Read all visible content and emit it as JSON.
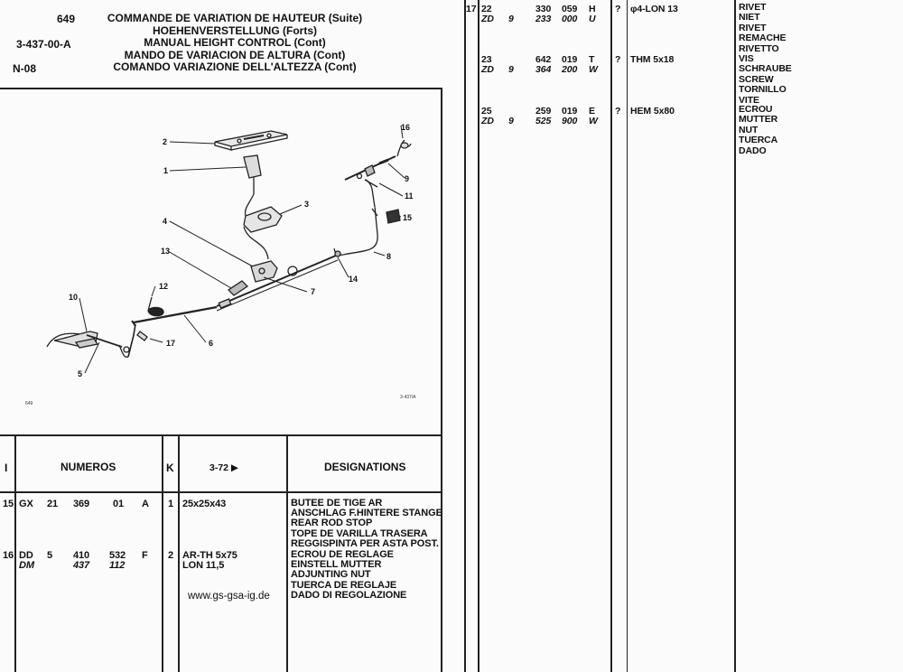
{
  "header": {
    "page_number": "649",
    "ref_code": "3-437-00-A",
    "section_code": "N-08",
    "titles": [
      "COMMANDE DE VARIATION DE HAUTEUR (Suite)",
      "HOEHENVERSTELLUNG (Forts)",
      "MANUAL HEIGHT CONTROL (Cont)",
      "MANDO DE VARIACION DE ALTURA (Cont)",
      "COMANDO VARIAZIONE DELL'ALTEZZA (Cont)"
    ]
  },
  "diagram": {
    "callouts": [
      "1",
      "2",
      "3",
      "4",
      "5",
      "6",
      "7",
      "8",
      "9",
      "10",
      "11",
      "12",
      "13",
      "14",
      "15",
      "16",
      "17"
    ],
    "corner_left": "649",
    "corner_right": "3-437/A"
  },
  "table_header": {
    "col_i": "I",
    "col_numeros": "NUMEROS",
    "col_k": "K",
    "col_date": "3-72 ▶",
    "col_designations": "DESIGNATIONS"
  },
  "rows_left": [
    {
      "i": "15",
      "line1": {
        "prefix": "GX",
        "a": "21",
        "b": "369",
        "c": "01",
        "d": "A"
      },
      "line2": null,
      "k": "1",
      "spec": [
        "25x25x43"
      ],
      "designations": [
        "BUTEE DE TIGE AR",
        "ANSCHLAG F.HINTERE STANGE",
        "REAR ROD STOP",
        "TOPE DE VARILLA TRASERA",
        "REGGISPINTA PER ASTA POST."
      ]
    },
    {
      "i": "16",
      "line1": {
        "prefix": "DD",
        "a": "5",
        "b": "410",
        "c": "532",
        "d": "F"
      },
      "line2": {
        "prefix": "DM",
        "a": "",
        "b": "437",
        "c": "112",
        "d": ""
      },
      "k": "2",
      "spec": [
        "AR-TH 5x75",
        "LON 11,5"
      ],
      "designations": [
        "ECROU DE REGLAGE",
        "EINSTELL MUTTER",
        "ADJUNTING NUT",
        "TUERCA DE REGLAJE",
        "DADO DI REGOLAZIONE"
      ]
    }
  ],
  "rows_right": [
    {
      "i": "17",
      "line1": {
        "a": "22",
        "b": "330",
        "c": "059",
        "d": "H"
      },
      "line2": {
        "a": "ZD",
        "x": "9",
        "b": "233",
        "c": "000",
        "d": "U"
      },
      "k": "?",
      "spec": "φ4-LON 13",
      "designations": [
        "RIVET",
        "NIET",
        "RIVET",
        "REMACHE",
        "RIVETTO"
      ]
    },
    {
      "i": "",
      "line1": {
        "a": "23",
        "b": "642",
        "c": "019",
        "d": "T"
      },
      "line2": {
        "a": "ZD",
        "x": "9",
        "b": "364",
        "c": "200",
        "d": "W"
      },
      "k": "?",
      "spec": "THM 5x18",
      "designations": [
        "VIS",
        "SCHRAUBE",
        "SCREW",
        "TORNILLO",
        "VITE"
      ]
    },
    {
      "i": "",
      "line1": {
        "a": "25",
        "b": "259",
        "c": "019",
        "d": "E"
      },
      "line2": {
        "a": "ZD",
        "x": "9",
        "b": "525",
        "c": "900",
        "d": "W"
      },
      "k": "?",
      "spec": "HEM 5x80",
      "designations": [
        "ECROU",
        "MUTTER",
        "NUT",
        "TUERCA",
        "DADO"
      ]
    }
  ],
  "watermark": "www.gs-gsa-ig.de"
}
